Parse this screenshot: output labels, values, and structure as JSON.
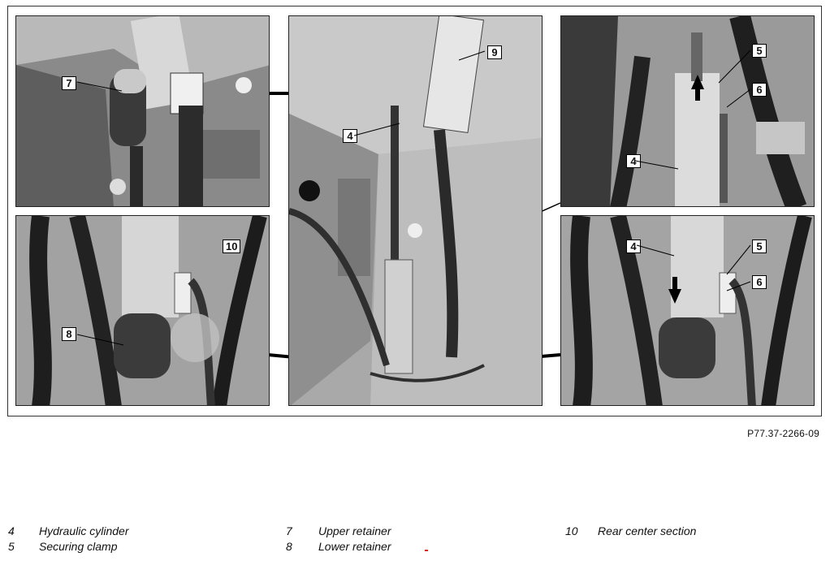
{
  "callouts": {
    "p1_7": "7",
    "p2_9": "9",
    "p2_4": "4",
    "p3_5": "5",
    "p3_6": "6",
    "p3_4": "4",
    "p4_10": "10",
    "p4_8": "8",
    "p5_4": "4",
    "p5_5": "5",
    "p5_6": "6"
  },
  "photo_reference": "P77.37-2266-09",
  "legend": [
    {
      "num": "4",
      "text": "Hydraulic cylinder"
    },
    {
      "num": "5",
      "text": "Securing clamp"
    },
    {
      "num": "7",
      "text": "Upper retainer"
    },
    {
      "num": "8",
      "text": "Lower retainer"
    },
    {
      "num": "10",
      "text": "Rear center section"
    }
  ]
}
